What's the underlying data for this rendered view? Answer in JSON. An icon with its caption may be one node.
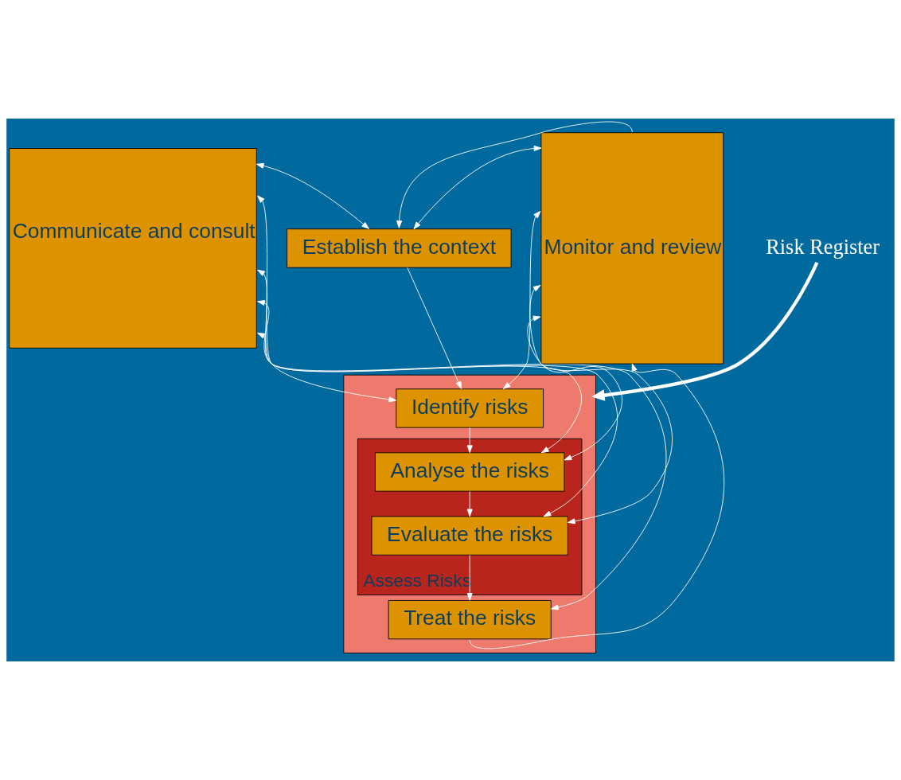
{
  "diagram": {
    "nodes": [
      {
        "text": [
          "Risk Register"
        ]
      },
      {
        "text": [
          "Communicate and consult"
        ]
      },
      {
        "text": [
          "Establish the context"
        ]
      },
      {
        "text": [
          "Monitor and review"
        ]
      },
      {
        "text": [],
        "shape": "box"
      },
      {
        "text": [
          "Identify risks"
        ],
        "in": 4
      },
      {
        "text": [
          "Assess Risks"
        ],
        "in": 4
      },
      {
        "text": [
          "Analyse the risks"
        ],
        "in": 6
      },
      {
        "text": [
          "Evaluate the risks"
        ],
        "in": 6
      },
      {
        "text": [
          "Treat the risks"
        ],
        "in": 4
      }
    ],
    "edges": [
      {
        "from": 0,
        "to": 4,
        "arrow": "to",
        "style": "thick"
      },
      {
        "from": 1,
        "to": 2,
        "arrow": "both"
      },
      {
        "from": 2,
        "to": 3,
        "arrow": "both"
      },
      {
        "from": 3,
        "to": 2,
        "arrow": "to"
      },
      {
        "from": 2,
        "to": 5,
        "arrow": "to"
      },
      {
        "from": 1,
        "to": 5,
        "arrow": "both"
      },
      {
        "from": 5,
        "to": 3,
        "arrow": "both"
      },
      {
        "from": 5,
        "to": 7,
        "arrow": "to"
      },
      {
        "from": 1,
        "to": 7,
        "arrow": "both"
      },
      {
        "from": 7,
        "to": 3,
        "arrow": "both"
      },
      {
        "from": 7,
        "to": 8,
        "arrow": "to"
      },
      {
        "from": 1,
        "to": 8,
        "arrow": "both"
      },
      {
        "from": 8,
        "to": 3,
        "arrow": "both"
      },
      {
        "from": 8,
        "to": 9,
        "arrow": "to"
      },
      {
        "from": 1,
        "to": 9,
        "arrow": "both"
      },
      {
        "from": 9,
        "to": 3,
        "arrow": "to"
      }
    ]
  }
}
